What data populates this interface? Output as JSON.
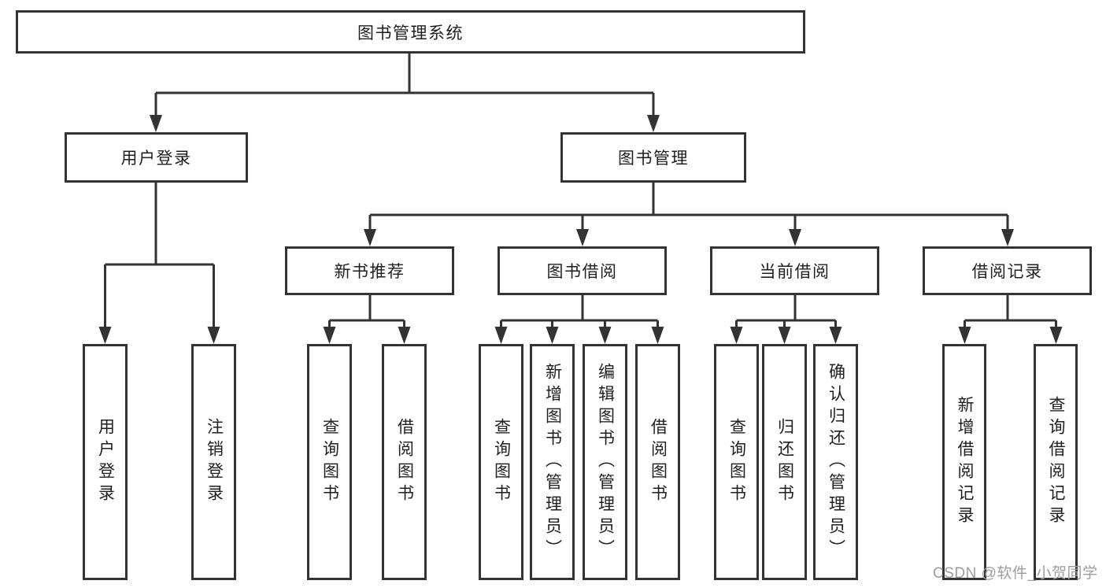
{
  "diagram": {
    "root": {
      "label": "图书管理系统"
    },
    "level2": [
      {
        "label": "用户登录"
      },
      {
        "label": "图书管理"
      }
    ],
    "level3": [
      {
        "label": "新书推荐"
      },
      {
        "label": "图书借阅"
      },
      {
        "label": "当前借阅"
      },
      {
        "label": "借阅记录"
      }
    ],
    "leaves": [
      {
        "label": "用户登录"
      },
      {
        "label": "注销登录"
      },
      {
        "label": "查询图书"
      },
      {
        "label": "借阅图书"
      },
      {
        "label": "查询图书"
      },
      {
        "label": "新增图书（管理员）"
      },
      {
        "label": "编辑图书（管理员）"
      },
      {
        "label": "借阅图书"
      },
      {
        "label": "查询图书"
      },
      {
        "label": "归还图书"
      },
      {
        "label": "确认归还（管理员）"
      },
      {
        "label": "新增借阅记录"
      },
      {
        "label": "查询借阅记录"
      }
    ],
    "watermark": "CSDN @软件_小贺同学",
    "colors": {
      "line": "#333333",
      "text": "#1f1f1f",
      "watermark": "#9e9e9e",
      "background": "#ffffff"
    }
  }
}
